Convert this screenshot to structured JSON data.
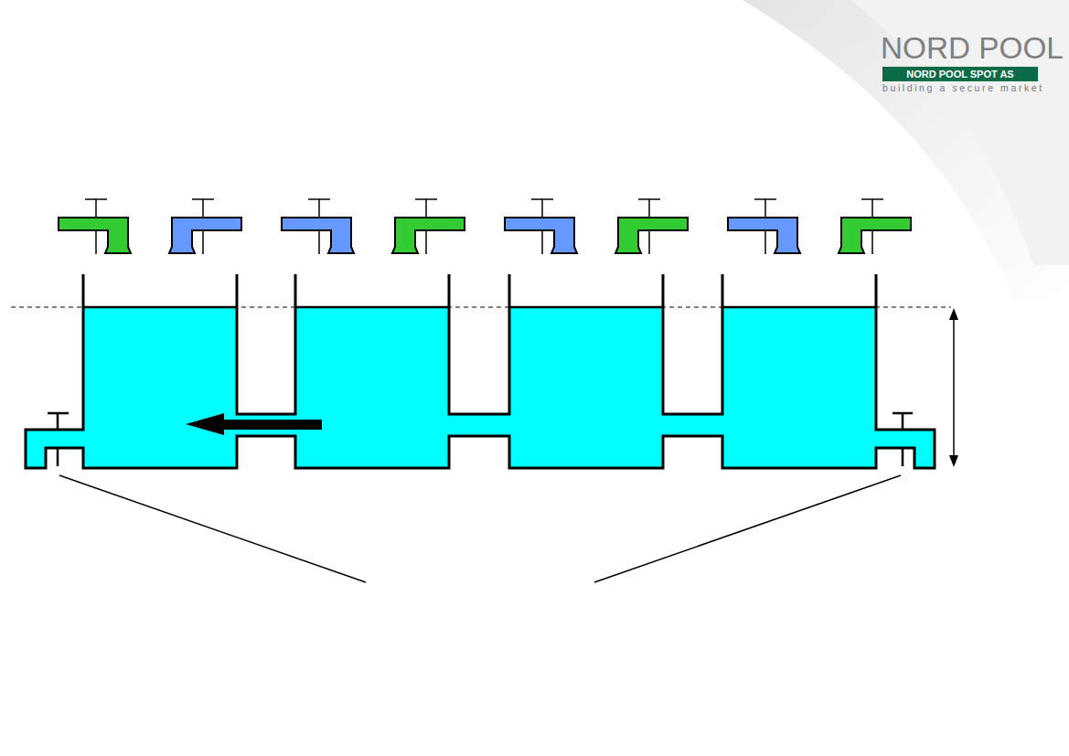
{
  "diagram": {
    "nodes": [
      {
        "text": [
          "NORD POOL SPOT AS"
        ]
      }
    ],
    "labels": [
      "NORD POOL",
      "building a secure market"
    ]
  }
}
